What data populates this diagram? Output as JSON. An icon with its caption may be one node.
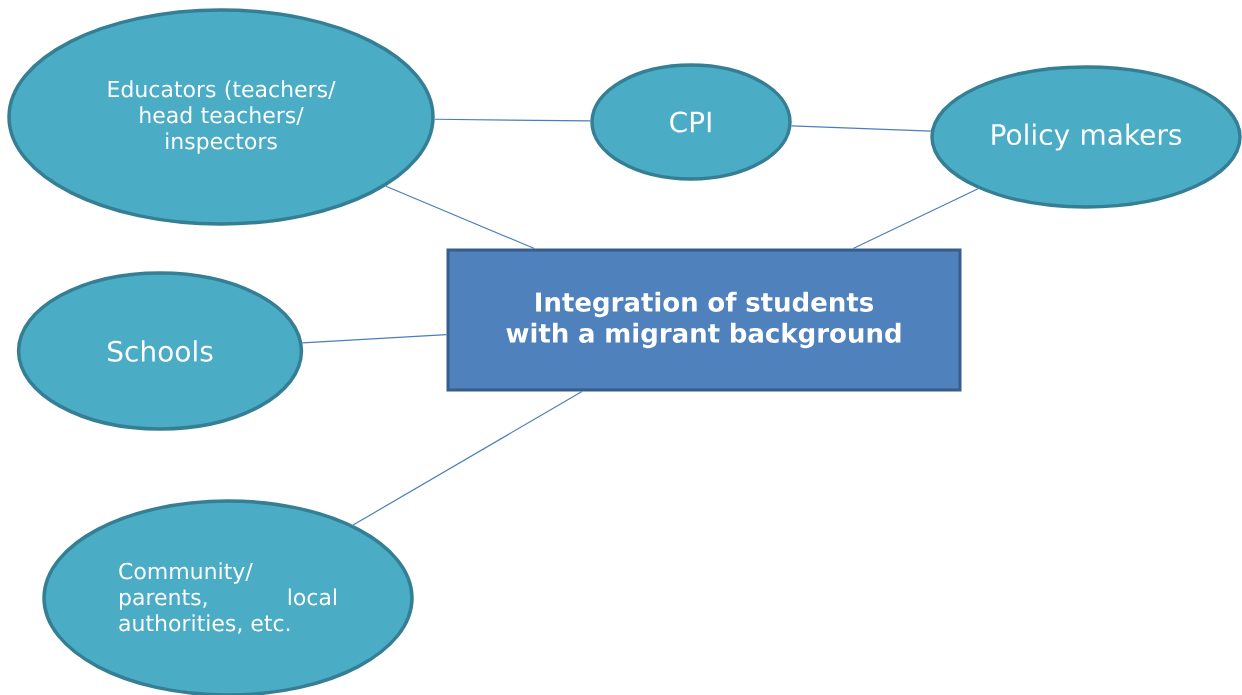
{
  "diagram": {
    "nodes": [
      {
        "text": [
          "Educators (teachers/ head teachers/ inspectors"
        ]
      },
      {
        "text": [
          "CPI"
        ]
      },
      {
        "text": [
          "Policy makers"
        ]
      },
      {
        "text": [
          "Integration of students with a migrant background"
        ]
      },
      {
        "text": [
          "Schools"
        ]
      },
      {
        "text": [
          "Community/ parents, local authorities, etc."
        ]
      }
    ],
    "edges": [
      {
        "from": 0,
        "to": 1,
        "arrow": "none"
      },
      {
        "from": 1,
        "to": 2,
        "arrow": "none"
      },
      {
        "from": 2,
        "to": 3,
        "arrow": "none"
      },
      {
        "from": 0,
        "to": 3,
        "arrow": "none"
      },
      {
        "from": 4,
        "to": 3,
        "arrow": "none"
      },
      {
        "from": 5,
        "to": 3,
        "arrow": "none"
      }
    ]
  }
}
